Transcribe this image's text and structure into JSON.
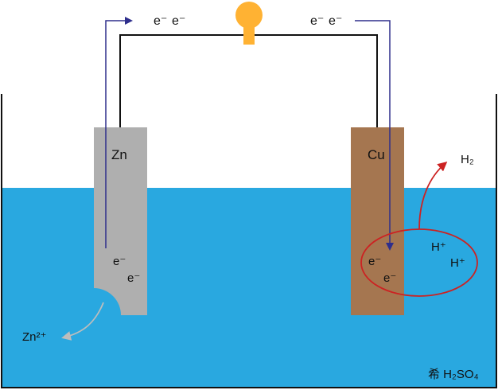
{
  "electrons": {
    "top_left": [
      "e⁻",
      "e⁻"
    ],
    "top_right": [
      "e⁻",
      "e⁻"
    ],
    "zn_rod": [
      "e⁻",
      "e⁻"
    ],
    "cu_rod": [
      "e⁻",
      "e⁻"
    ]
  },
  "electrodes": {
    "zn": "Zn",
    "cu": "Cu"
  },
  "ions": {
    "zn2": "Zn²⁺",
    "h_plus": [
      "H⁺",
      "H⁺"
    ],
    "h2": "H₂"
  },
  "solution": {
    "label": "希 H₂SO₄"
  },
  "colors": {
    "solution": "#29a8e0",
    "zinc": "#afafaf",
    "copper": "#a57650",
    "bulb": "#ffb233",
    "wire": "#111111",
    "electron_flow": "#2e2e8c",
    "reaction": "#cc2222",
    "ion_arrow": "#bdbdbd"
  }
}
